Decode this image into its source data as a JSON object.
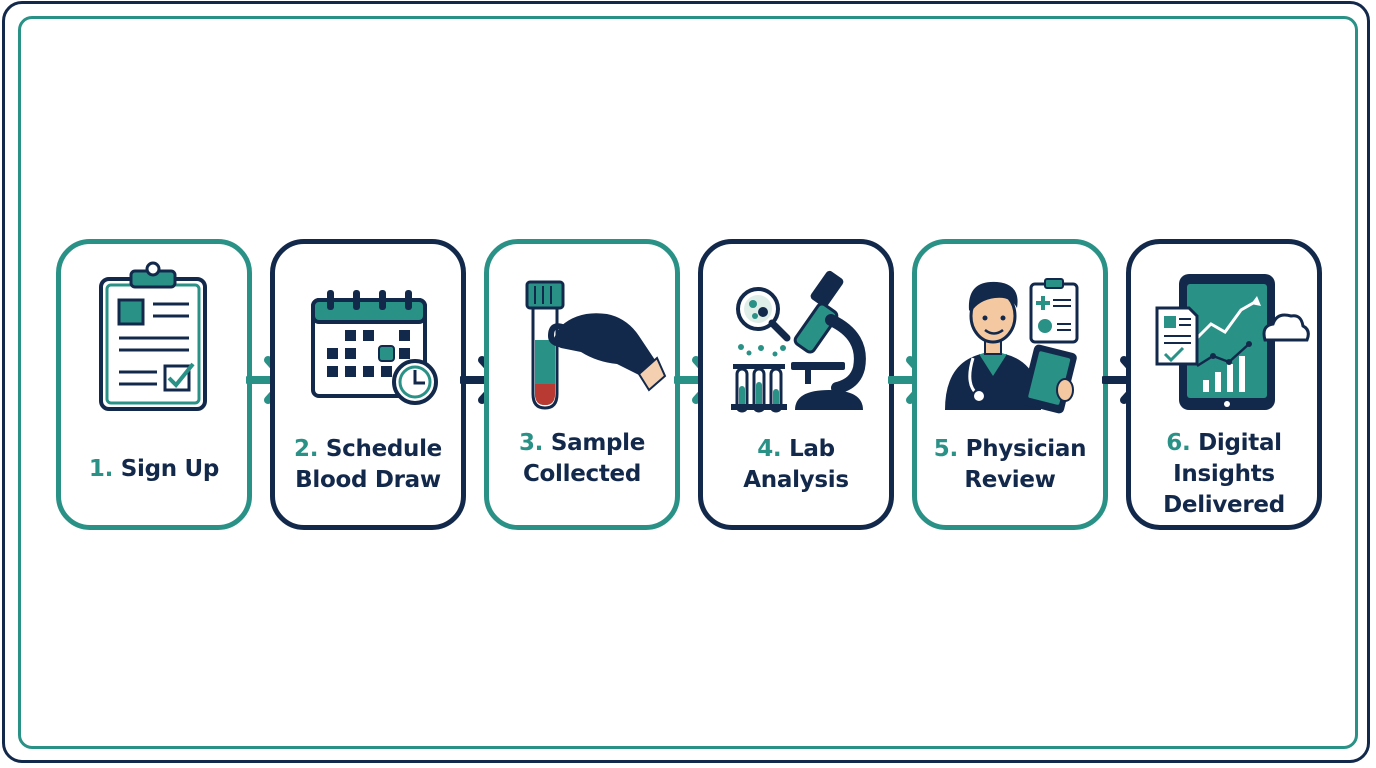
{
  "colors": {
    "teal": "#2a9187",
    "navy": "#13294b",
    "white": "#ffffff"
  },
  "steps": [
    {
      "number": "1.",
      "title": "Sign Up",
      "icon": "clipboard-checklist-icon"
    },
    {
      "number": "2.",
      "title": "Schedule Blood Draw",
      "line1": "Schedule",
      "line2": "Blood Draw",
      "icon": "calendar-clock-icon"
    },
    {
      "number": "3.",
      "title": "Sample Collected",
      "line1": "Sample",
      "line2": "Collected",
      "icon": "test-tube-glove-icon"
    },
    {
      "number": "4.",
      "title": "Lab Analysis",
      "line1": "Lab",
      "line2": "Analysis",
      "icon": "microscope-test-tubes-icon"
    },
    {
      "number": "5.",
      "title": "Physician Review",
      "line1": "Physician",
      "line2": "Review",
      "icon": "doctor-tablet-icon"
    },
    {
      "number": "6.",
      "title": "Digital Insights Delivered",
      "line1": "Digital",
      "line2": "Insights",
      "line3": "Delivered",
      "icon": "tablet-analytics-icon"
    }
  ],
  "arrows": [
    "arrow-right-icon",
    "arrow-right-icon",
    "arrow-right-icon",
    "arrow-right-icon",
    "arrow-right-icon"
  ]
}
